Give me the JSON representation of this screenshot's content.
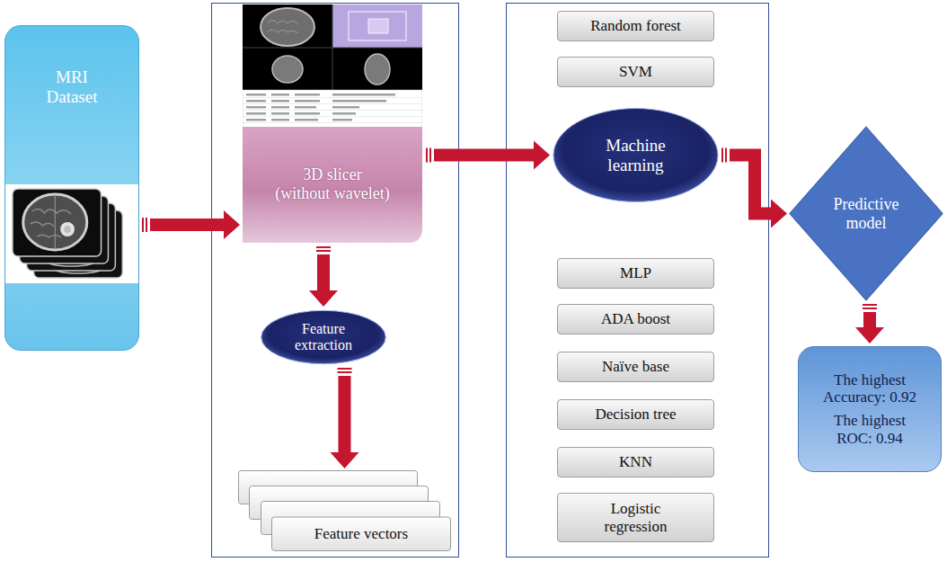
{
  "diagram": {
    "nodes": [
      {
        "text": [
          "MRI Dataset"
        ]
      },
      {
        "text": [
          "3D slicer (without wavelet)"
        ]
      },
      {
        "text": [
          "Feature extraction"
        ]
      },
      {
        "text": [
          "Feature vectors"
        ]
      },
      {
        "text": [
          "Random forest"
        ]
      },
      {
        "text": [
          "SVM"
        ]
      },
      {
        "text": [
          "Machine learning"
        ]
      },
      {
        "text": [
          "MLP"
        ]
      },
      {
        "text": [
          "ADA boost"
        ]
      },
      {
        "text": [
          "Naïve base"
        ]
      },
      {
        "text": [
          "Decision tree"
        ]
      },
      {
        "text": [
          "KNN"
        ]
      },
      {
        "text": [
          "Logistic regression"
        ]
      },
      {
        "text": [
          "Predictive model"
        ]
      },
      {
        "text": [
          "The highest Accuracy: 0.92",
          "The highest ROC: 0.94"
        ]
      }
    ],
    "edges": [
      {
        "from": 0,
        "to": 1,
        "arrow": "to"
      },
      {
        "from": 1,
        "to": 2,
        "arrow": "to"
      },
      {
        "from": 2,
        "to": 3,
        "arrow": "to"
      },
      {
        "from": 1,
        "to": 6,
        "arrow": "to"
      },
      {
        "from": 6,
        "to": 13,
        "arrow": "to"
      },
      {
        "from": 13,
        "to": 14,
        "arrow": "to"
      }
    ]
  }
}
